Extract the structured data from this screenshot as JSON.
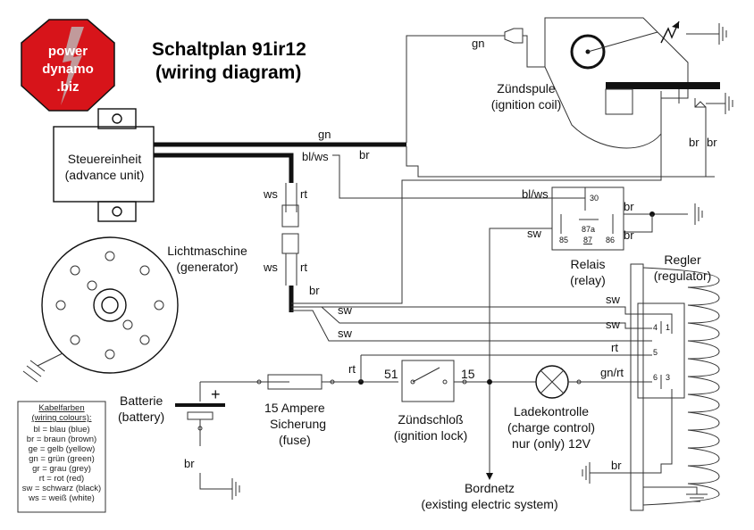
{
  "title": {
    "line1": "Schaltplan 91ir12",
    "line2": "(wiring diagram)"
  },
  "logo": {
    "line1": "power",
    "line2": "dynamo",
    "line3": ".biz"
  },
  "components": {
    "advance_unit": {
      "de": "Steuereinheit",
      "en": "(advance unit)"
    },
    "generator": {
      "de": "Lichtmaschine",
      "en": "(generator)"
    },
    "ignition_coil": {
      "de": "Zündspule",
      "en": "(ignition coil)"
    },
    "relay": {
      "de": "Relais",
      "en": "(relay)",
      "pins": [
        "30",
        "87a",
        "87",
        "85",
        "86"
      ]
    },
    "regulator": {
      "de": "Regler",
      "en": "(regulator)",
      "pins": [
        "4",
        "1",
        "5",
        "6",
        "3"
      ]
    },
    "battery": {
      "de": "Batterie",
      "en": "(battery)",
      "plus": "+"
    },
    "fuse": {
      "line1": "15 Ampere",
      "line2": "Sicherung",
      "line3": "(fuse)"
    },
    "ignition_lock": {
      "de": "Zündschloß",
      "en": "(ignition lock)",
      "pin_in": "51",
      "pin_out": "15"
    },
    "charge_control": {
      "de": "Ladekontrolle",
      "en": "(charge control)",
      "note": "nur (only) 12V"
    },
    "bordnetz": {
      "de": "Bordnetz",
      "en": "(existing electric system)"
    }
  },
  "wires": {
    "gn_coil": "gn",
    "gn_unit": "gn",
    "blws_unit": "bl/ws",
    "br_unit": "br",
    "ws_top": "ws",
    "rt_top": "rt",
    "ws_bot": "ws",
    "rt_bot": "rt",
    "br_gen": "br",
    "sw_gen1": "sw",
    "sw_gen2": "sw",
    "br_coil1": "br",
    "br_coil2": "br",
    "blws_relay": "bl/ws",
    "sw_relay": "sw",
    "br_relay1": "br",
    "br_relay2": "br",
    "sw_reg1": "sw",
    "sw_reg2": "sw",
    "rt_reg": "rt",
    "gnrt_reg": "gn/rt",
    "rt_lock": "rt",
    "br_reg_gnd": "br",
    "br_batt": "br"
  },
  "legend": {
    "title": "Kabelfarben",
    "subtitle": "(wiring colours):",
    "entries": [
      "bl = blau (blue)",
      "br = braun (brown)",
      "ge = gelb (yellow)",
      "gn = grün (green)",
      "gr = grau (grey)",
      "rt = rot (red)",
      "sw = schwarz (black)",
      "ws = weiß (white)"
    ]
  },
  "colors": {
    "logo_red": "#d7141a",
    "logo_white": "#ffffff",
    "wire": "#111111"
  }
}
